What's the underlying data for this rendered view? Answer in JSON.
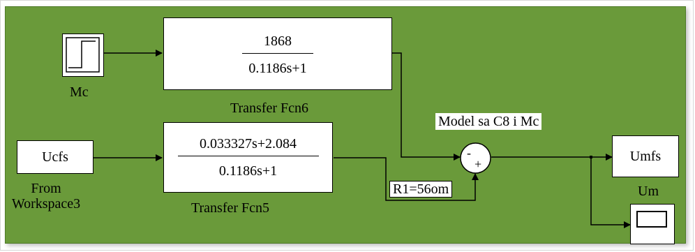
{
  "colors": {
    "canvas": "#6a9a3a",
    "block": "#ffffff",
    "wire": "#000000"
  },
  "blocks": {
    "step": {
      "label": "Mc",
      "icon": "step-icon"
    },
    "tf6": {
      "numerator": "1868",
      "denominator": "0.1186s+1",
      "label": "Transfer Fcn6"
    },
    "from_ws": {
      "text": "Ucfs",
      "label_line1": "From",
      "label_line2": "Workspace3"
    },
    "tf5": {
      "numerator": "0.033327s+2.084",
      "denominator": "0.1186s+1",
      "label": "Transfer Fcn5"
    },
    "sum": {
      "label": "Model sa C8 i Mc",
      "sign_top": "-",
      "sign_bottom": "+"
    },
    "goto": {
      "text": "Umfs"
    },
    "scope": {
      "label": "Um",
      "icon": "scope-icon"
    },
    "annotation": {
      "text": "R1=56om"
    }
  }
}
